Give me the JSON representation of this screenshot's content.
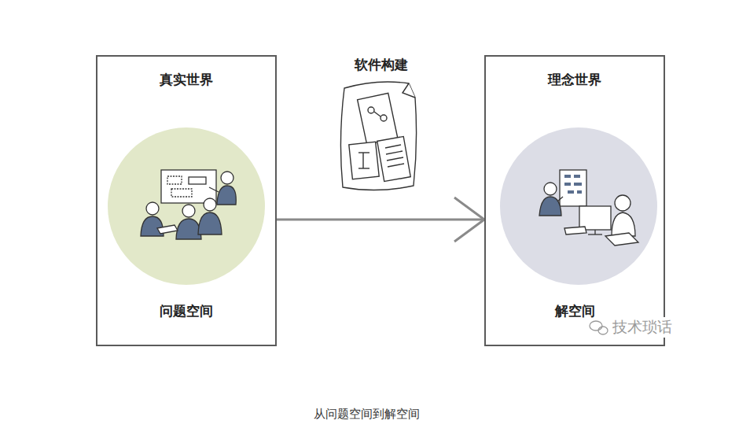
{
  "diagram": {
    "caption": "从问题空间到解空间",
    "nodes": [
      {
        "text": [
          "真实世界",
          "问题空间"
        ]
      },
      {
        "text": [
          "理念世界",
          "解空间"
        ]
      }
    ],
    "edges": [
      {
        "from": 0,
        "to": 1,
        "arrow": "to",
        "label": "软件构建"
      }
    ],
    "labels": [
      "技术琐话"
    ]
  }
}
